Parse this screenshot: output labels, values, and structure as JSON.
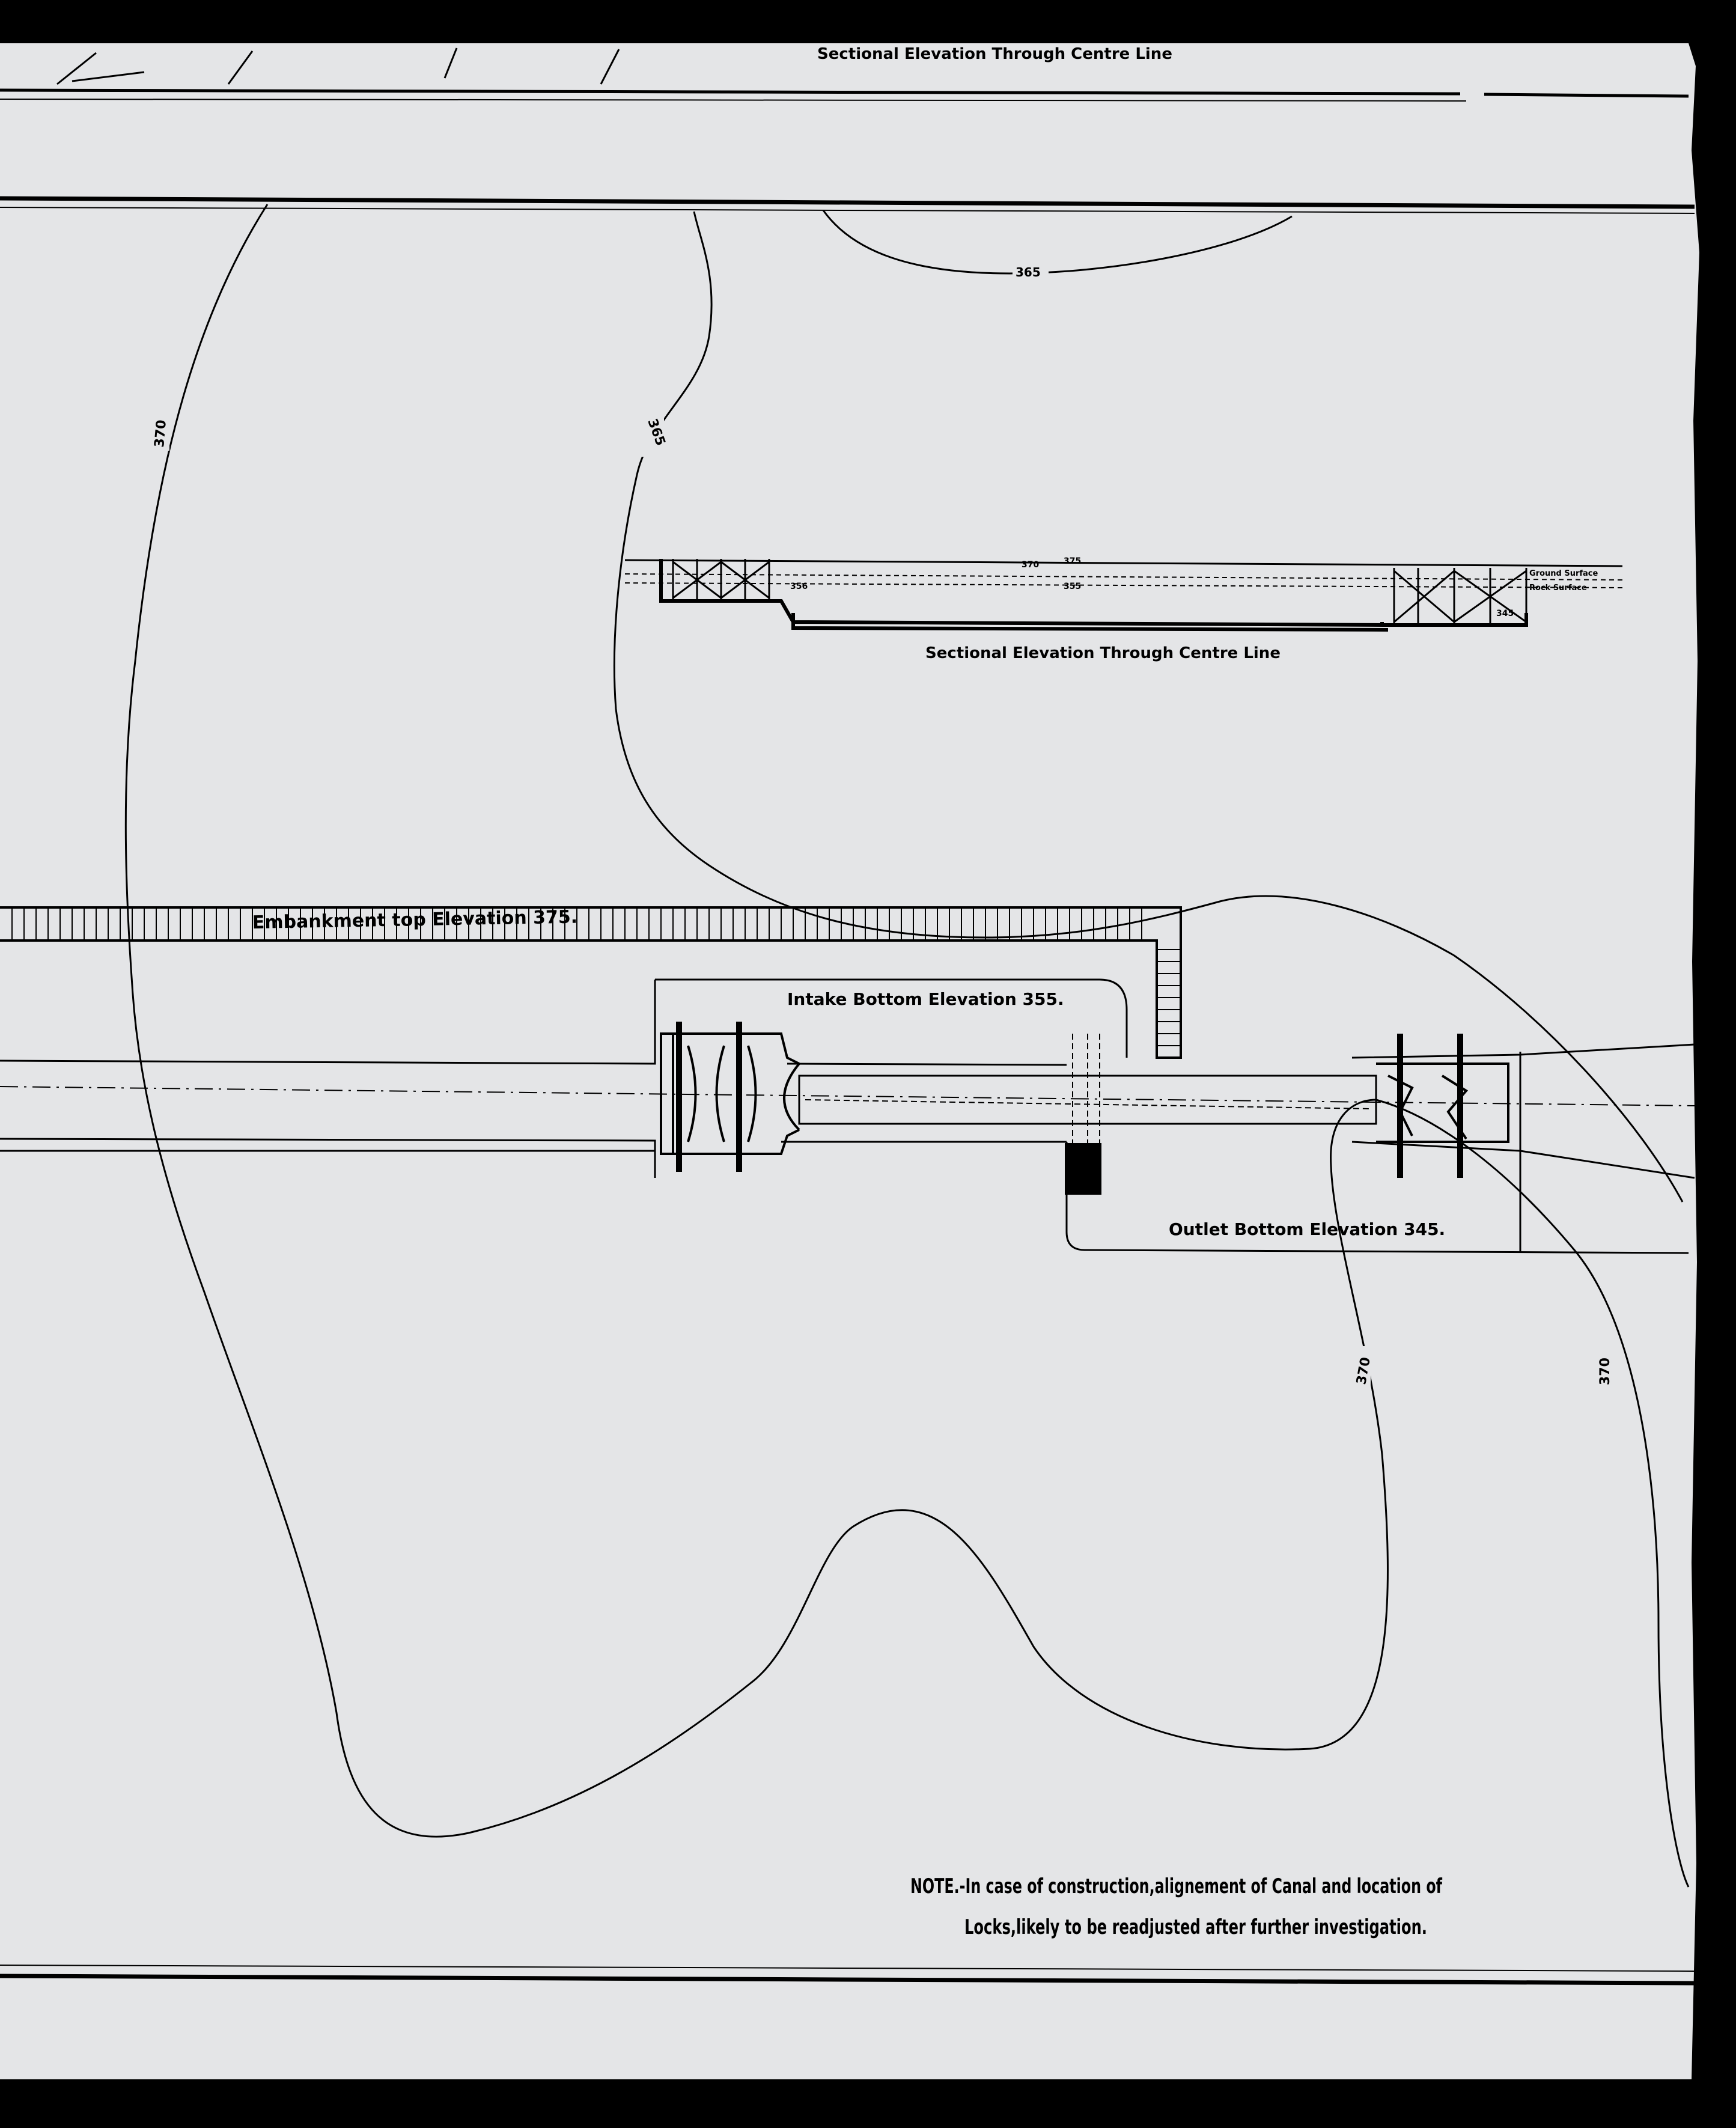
{
  "drawing": {
    "paper_color": "#e4e5e7",
    "ink_color": "#000000",
    "labels": {
      "top_section_title": "Sectional Elevation Through Centre Line",
      "inset_section_title": "Sectional Elevation Through Centre Line",
      "embankment": "Embankment top Elevation 375.",
      "intake": "Intake Bottom Elevation 355.",
      "outlet": "Outlet Bottom Elevation 345.",
      "inset_ground_surface": "Ground Surface",
      "inset_rock_surface": "Rock Surface",
      "inset_elev_375": "375",
      "inset_elev_370": "370",
      "inset_elev_355": "355",
      "inset_elev_356": "356",
      "inset_elev_345": "345"
    },
    "contours": {
      "c365_top": "365",
      "c370_left": "370",
      "c365_mid": "365",
      "c370_bottom_left": "370",
      "c370_bottom_right": "370"
    },
    "note": {
      "line1": "NOTE.-In case of construction,alignement of Canal and location of",
      "line2": "Locks,likely to be readjusted after further investigation."
    }
  }
}
